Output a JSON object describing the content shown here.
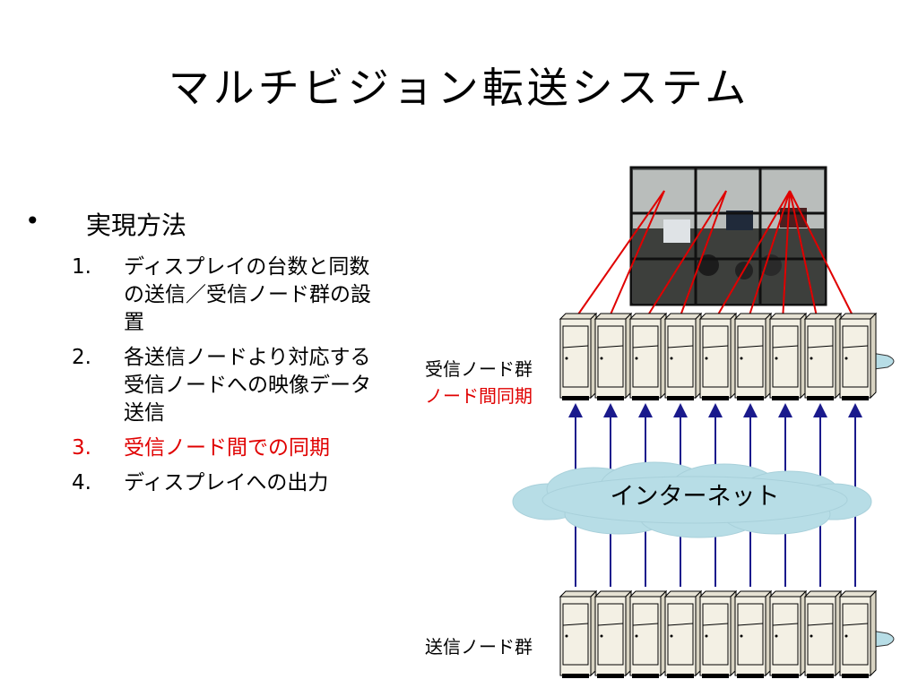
{
  "title": "マルチビジョン転送システム",
  "main_bullet": {
    "symbol": "•",
    "text": "実現方法"
  },
  "steps": [
    {
      "num": "1.",
      "text": "ディスプレイの台数と同数の送信／受信ノード群の設置",
      "highlight": false
    },
    {
      "num": "2.",
      "text": "各送信ノードより対応する受信ノードへの映像データ送信",
      "highlight": false
    },
    {
      "num": "3.",
      "text": "受信ノード間での同期",
      "highlight": true
    },
    {
      "num": "4.",
      "text": "ディスプレイへの出力",
      "highlight": false
    }
  ],
  "diagram": {
    "receiver_label": "受信ノード群",
    "sync_label": "ノード間同期",
    "network_label": "インターネット",
    "sender_label": "送信ノード群",
    "server_count": 9,
    "colors": {
      "sync_line": "#e00000",
      "arrow": "#1a1a8c",
      "cloud_fill": "#b7dde6",
      "server_fill": "#f3f0e4"
    },
    "photo_icon": "video-wall-photo"
  }
}
